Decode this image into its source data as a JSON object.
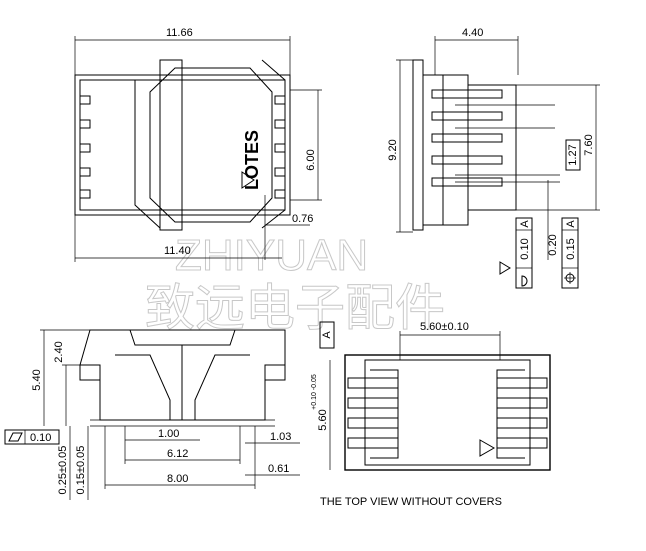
{
  "brand": "LOTES",
  "watermark": {
    "latin": "ZHIYUAN",
    "cjk": "致远电子配件"
  },
  "top_view": {
    "width": "11.66",
    "inner_width": "11.40",
    "height": "6.00",
    "offset": "0.76"
  },
  "side_view": {
    "width": "4.40",
    "height": "9.20",
    "length": "7.60",
    "pitch": "1.27",
    "tol1": "0.20",
    "flatness": "0.10",
    "datum": "A",
    "position": "0.15"
  },
  "front_view": {
    "height": "5.40",
    "height2": "2.40",
    "flatness": "0.10",
    "t1": "0.25±0.05",
    "t2": "0.15±0.05",
    "w1": "1.00",
    "w2": "6.12",
    "w3": "8.00",
    "w4": "1.03",
    "w5": "0.61"
  },
  "bottom_view": {
    "datum": "A",
    "width": "5.60±0.10",
    "height_base": "5.60",
    "height_tol": "+0.10 -0.05",
    "caption": "THE TOP VIEW WITHOUT COVERS"
  }
}
